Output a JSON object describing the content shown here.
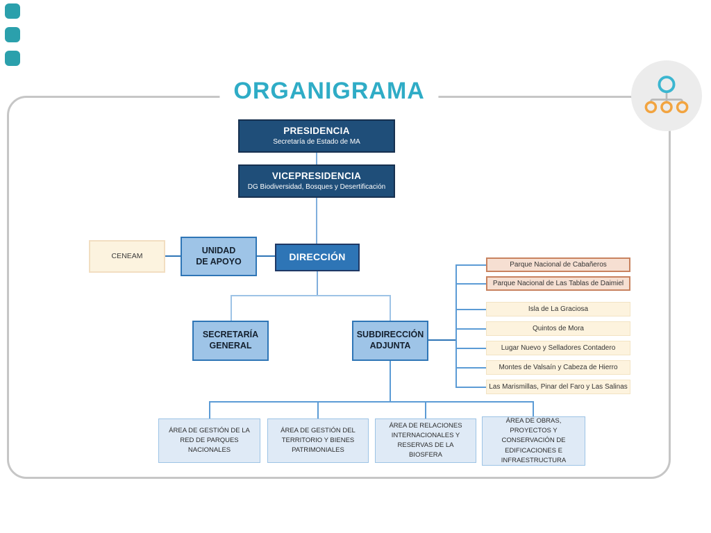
{
  "page": {
    "title": "ORGANIGRAMA",
    "decor_square_count": 3,
    "colors": {
      "title_teal": "#2FACC6",
      "decor_teal": "#2BA0AC",
      "frame_gray": "#C6C6C6",
      "navy_fill": "#1F4E79",
      "medium_blue_fill": "#2E75B6",
      "light_blue_fill": "#9EC4E7",
      "pale_blue_fill": "#DFEAF6",
      "cream_fill": "#FCF3DF",
      "salmon_fill": "#F6DFD2",
      "salmon_border": "#C8825F",
      "connector_blue": "#5B9BD5",
      "icon_circle_teal": "#3BB6D0",
      "icon_circle_orange": "#F2A440"
    },
    "icon": {
      "name": "org-chart-icon"
    }
  },
  "org": {
    "presidencia": {
      "title": "PRESIDENCIA",
      "subtitle": "Secretaría de Estado de MA"
    },
    "vicepresidencia": {
      "title": "VICEPRESIDENCIA",
      "subtitle": "DG Biodiversidad, Bosques y Desertificación"
    },
    "ceneam": {
      "label": "CENEAM"
    },
    "unidad_apoyo": {
      "line1": "UNIDAD",
      "line2": "DE APOYO"
    },
    "direccion": {
      "label": "DIRECCIÓN"
    },
    "secretaria_general": {
      "line1": "SECRETARÍA",
      "line2": "GENERAL"
    },
    "subdireccion_adjunta": {
      "line1": "SUBDIRECCIÓN",
      "line2": "ADJUNTA"
    },
    "parques": [
      {
        "label": "Parque Nacional de Cabañeros"
      },
      {
        "label": "Parque Nacional de Las Tablas de Daimiel"
      },
      {
        "label": "Isla de La Graciosa"
      },
      {
        "label": "Quintos de Mora"
      },
      {
        "label": "Lugar Nuevo y Selladores Contadero"
      },
      {
        "label": "Montes de Valsaín y Cabeza de Hierro"
      },
      {
        "label": "Las Marismillas, Pinar del Faro y Las Salinas"
      }
    ],
    "areas": [
      {
        "label": "ÁREA DE GESTIÓN DE LA RED DE PARQUES NACIONALES"
      },
      {
        "label": "ÁREA DE GESTIÓN DEL TERRITORIO Y BIENES PATRIMONIALES"
      },
      {
        "label": "ÁREA DE RELACIONES INTERNACIONALES Y RESERVAS DE LA BIOSFERA"
      },
      {
        "label": "ÁREA DE OBRAS, PROYECTOS Y CONSERVACIÓN DE EDIFICACIONES E INFRAESTRUCTURA"
      }
    ]
  }
}
